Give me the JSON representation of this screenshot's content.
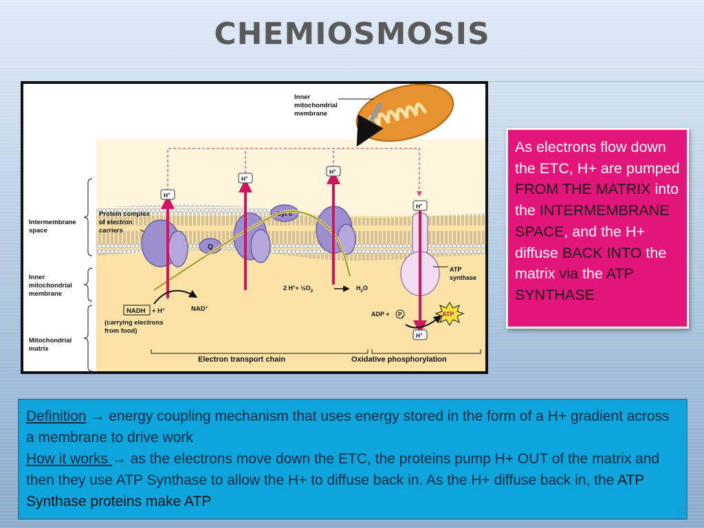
{
  "title": "CHEMIOSMOSIS",
  "diagram": {
    "inner_membrane_1": "Inner",
    "inner_membrane_2": "mitochondrial",
    "inner_membrane_3": "membrane",
    "intermembrane_1": "Intermembrane",
    "intermembrane_2": "space",
    "inner_left_1": "Inner",
    "inner_left_2": "mitochondrial",
    "inner_left_3": "membrane",
    "matrix_1": "Mitochondrial",
    "matrix_2": "matrix",
    "protein_1": "Protein complex",
    "protein_2": "of electron",
    "protein_3": "carriers",
    "cyt_c": "Cyt c",
    "q": "Q",
    "h_plus": "H",
    "sup_plus": "+",
    "nadh": "NADH",
    "plus_h": "+ H",
    "nad": "NAD",
    "carrying_1": "(carrying electrons",
    "carrying_2": "from food)",
    "water_eq_a": "2 H",
    "water_eq_b": "+ ½O",
    "water_sub": "2",
    "h2o_a": "H",
    "h2o_sub": "2",
    "h2o_b": "O",
    "atp_synthase_1": "ATP",
    "atp_synthase_2": "synthase",
    "adp": "ADP +",
    "pi": "P",
    "pi_sub": "i",
    "atp": "ATP",
    "etc_label": "Electron transport chain",
    "oxphos_label": "Oxidative phosphorylation"
  },
  "callout": {
    "p1": "As electrons flow down the ETC, H+ are pumped ",
    "p2": "FROM THE MATRIX",
    "p3": " into the ",
    "p4": "INTERMEMBRANE SPACE",
    "p5": ", and the H+ diffuse ",
    "p6": "BACK INTO",
    "p7": " the matrix ",
    "p8": "via",
    "p9": " the ",
    "p10": "ATP SYNTHASE"
  },
  "definition": {
    "def_label": "Definition",
    "def_arrow": " → ",
    "def_text": "energy coupling mechanism that uses energy stored in the form of a H+ gradient across a membrane to drive work",
    "how_label": "How it works ",
    "how_arrow": "→ ",
    "how_text": "as the electrons move down the ETC, the proteins pump H+ OUT of the matrix and then they use ATP Synthase to allow the H+ to diffuse back in.  As the H+ diffuse back in, the ",
    "how_end": "ATP Synthase proteins make ATP"
  },
  "page_number": "17",
  "colors": {
    "callout_bg": "#e3157a",
    "definition_bg": "#0ea5dc",
    "matrix_bg": "#fbe3a8",
    "protein": "#9c8fcf",
    "arrow": "#d0155d"
  }
}
